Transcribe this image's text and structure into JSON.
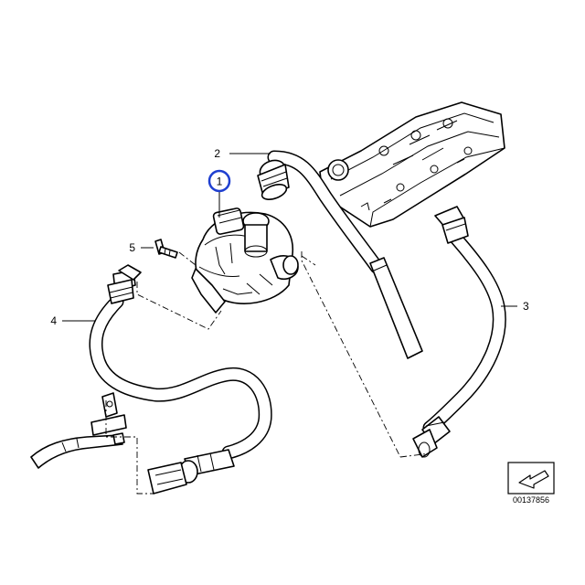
{
  "callouts": [
    {
      "id": "1",
      "label": "1",
      "highlighted": true
    },
    {
      "id": "2",
      "label": "2"
    },
    {
      "id": "3",
      "label": "3"
    },
    {
      "id": "4",
      "label": "4"
    },
    {
      "id": "5",
      "label": "5"
    }
  ],
  "reference_code": "00137856",
  "colors": {
    "line": "#000000",
    "background": "#ffffff",
    "highlight_ring": "#1f3fd0"
  }
}
